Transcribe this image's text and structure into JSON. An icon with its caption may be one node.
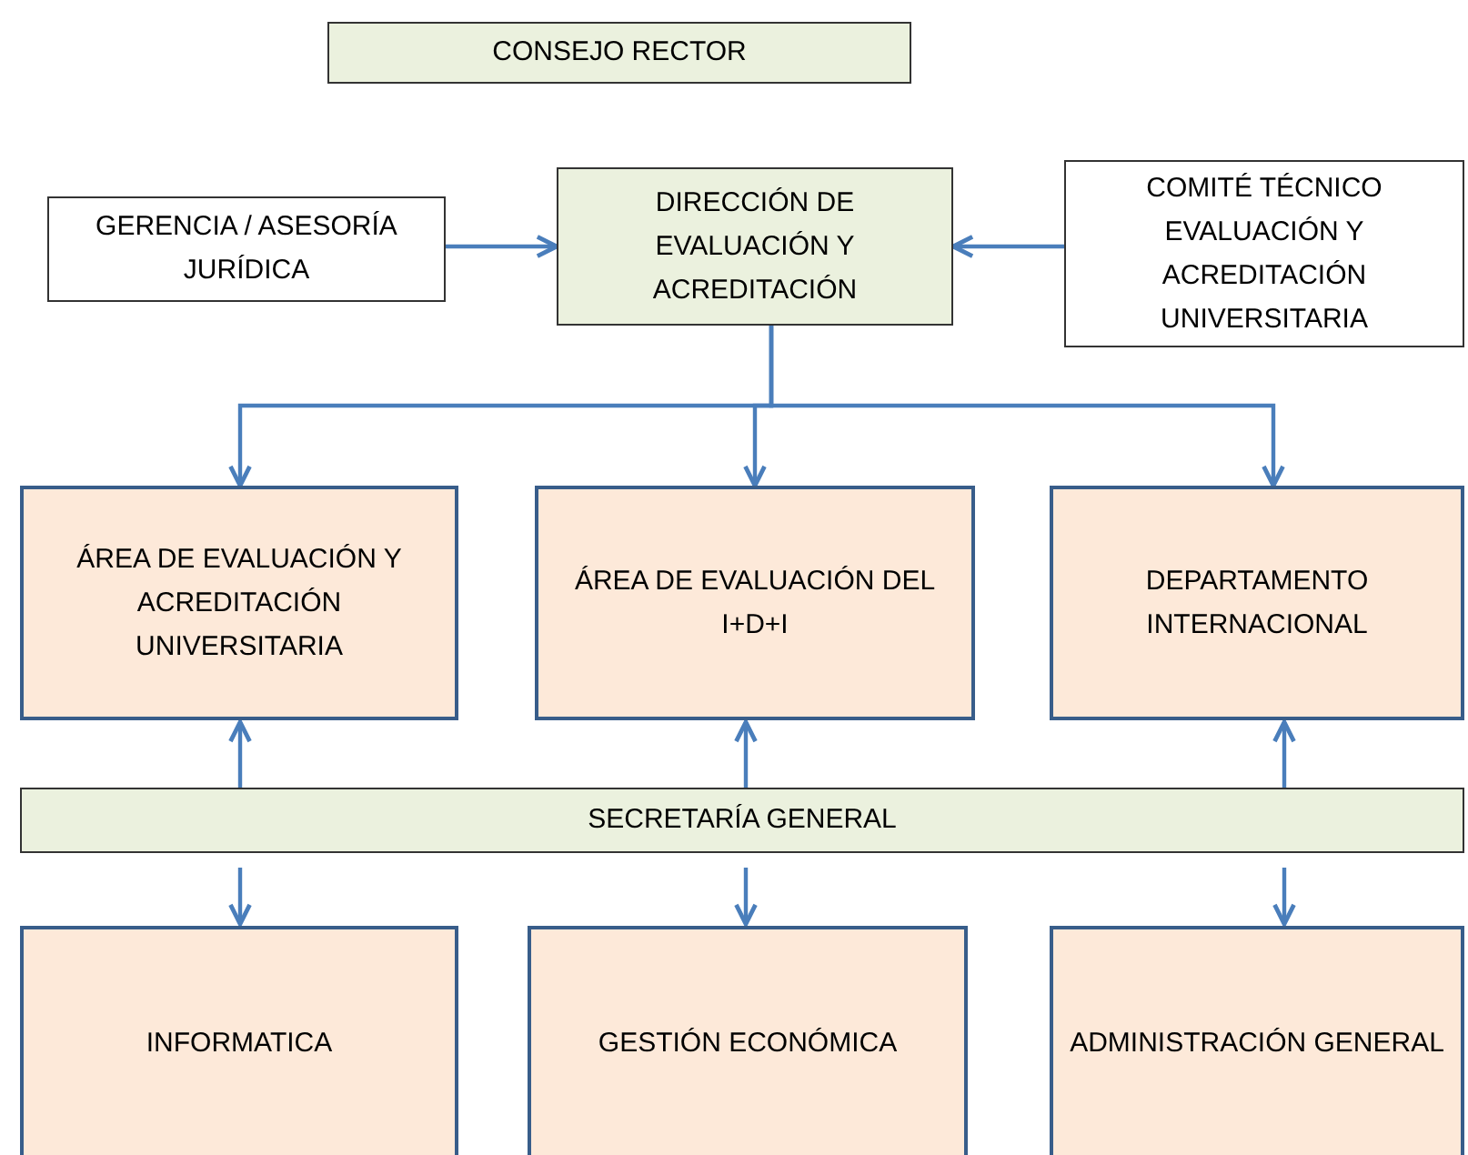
{
  "diagram": {
    "nodes": [
      {
        "text": [
          "CONSEJO RECTOR"
        ]
      },
      {
        "text": [
          "GERENCIA / ASESORÍA JURÍDICA"
        ]
      },
      {
        "text": [
          "DIRECCIÓN DE EVALUACIÓN Y ACREDITACIÓN"
        ]
      },
      {
        "text": [
          "COMITÉ TÉCNICO EVALUACIÓN Y ACREDITACIÓN UNIVERSITARIA"
        ]
      },
      {
        "text": [
          "ÁREA DE EVALUACIÓN Y ACREDITACIÓN UNIVERSITARIA"
        ]
      },
      {
        "text": [
          "ÁREA  DE EVALUACIÓN DEL I+D+I"
        ]
      },
      {
        "text": [
          "DEPARTAMENTO INTERNACIONAL"
        ]
      },
      {
        "text": [
          "SECRETARÍA GENERAL"
        ]
      },
      {
        "text": [
          "INFORMATICA"
        ]
      },
      {
        "text": [
          "GESTIÓN ECONÓMICA"
        ]
      },
      {
        "text": [
          "ADMINISTRACIÓN GENERAL"
        ]
      }
    ],
    "edges": [
      {
        "from": 1,
        "to": 2,
        "arrow": "to"
      },
      {
        "from": 3,
        "to": 2,
        "arrow": "to"
      },
      {
        "from": 2,
        "to": 4,
        "arrow": "to"
      },
      {
        "from": 2,
        "to": 5,
        "arrow": "to"
      },
      {
        "from": 2,
        "to": 6,
        "arrow": "to"
      },
      {
        "from": 7,
        "to": 4,
        "arrow": "to"
      },
      {
        "from": 7,
        "to": 5,
        "arrow": "to"
      },
      {
        "from": 7,
        "to": 6,
        "arrow": "to"
      },
      {
        "from": 7,
        "to": 8,
        "arrow": "to"
      },
      {
        "from": 7,
        "to": 9,
        "arrow": "to"
      },
      {
        "from": 7,
        "to": 10,
        "arrow": "to"
      }
    ]
  }
}
